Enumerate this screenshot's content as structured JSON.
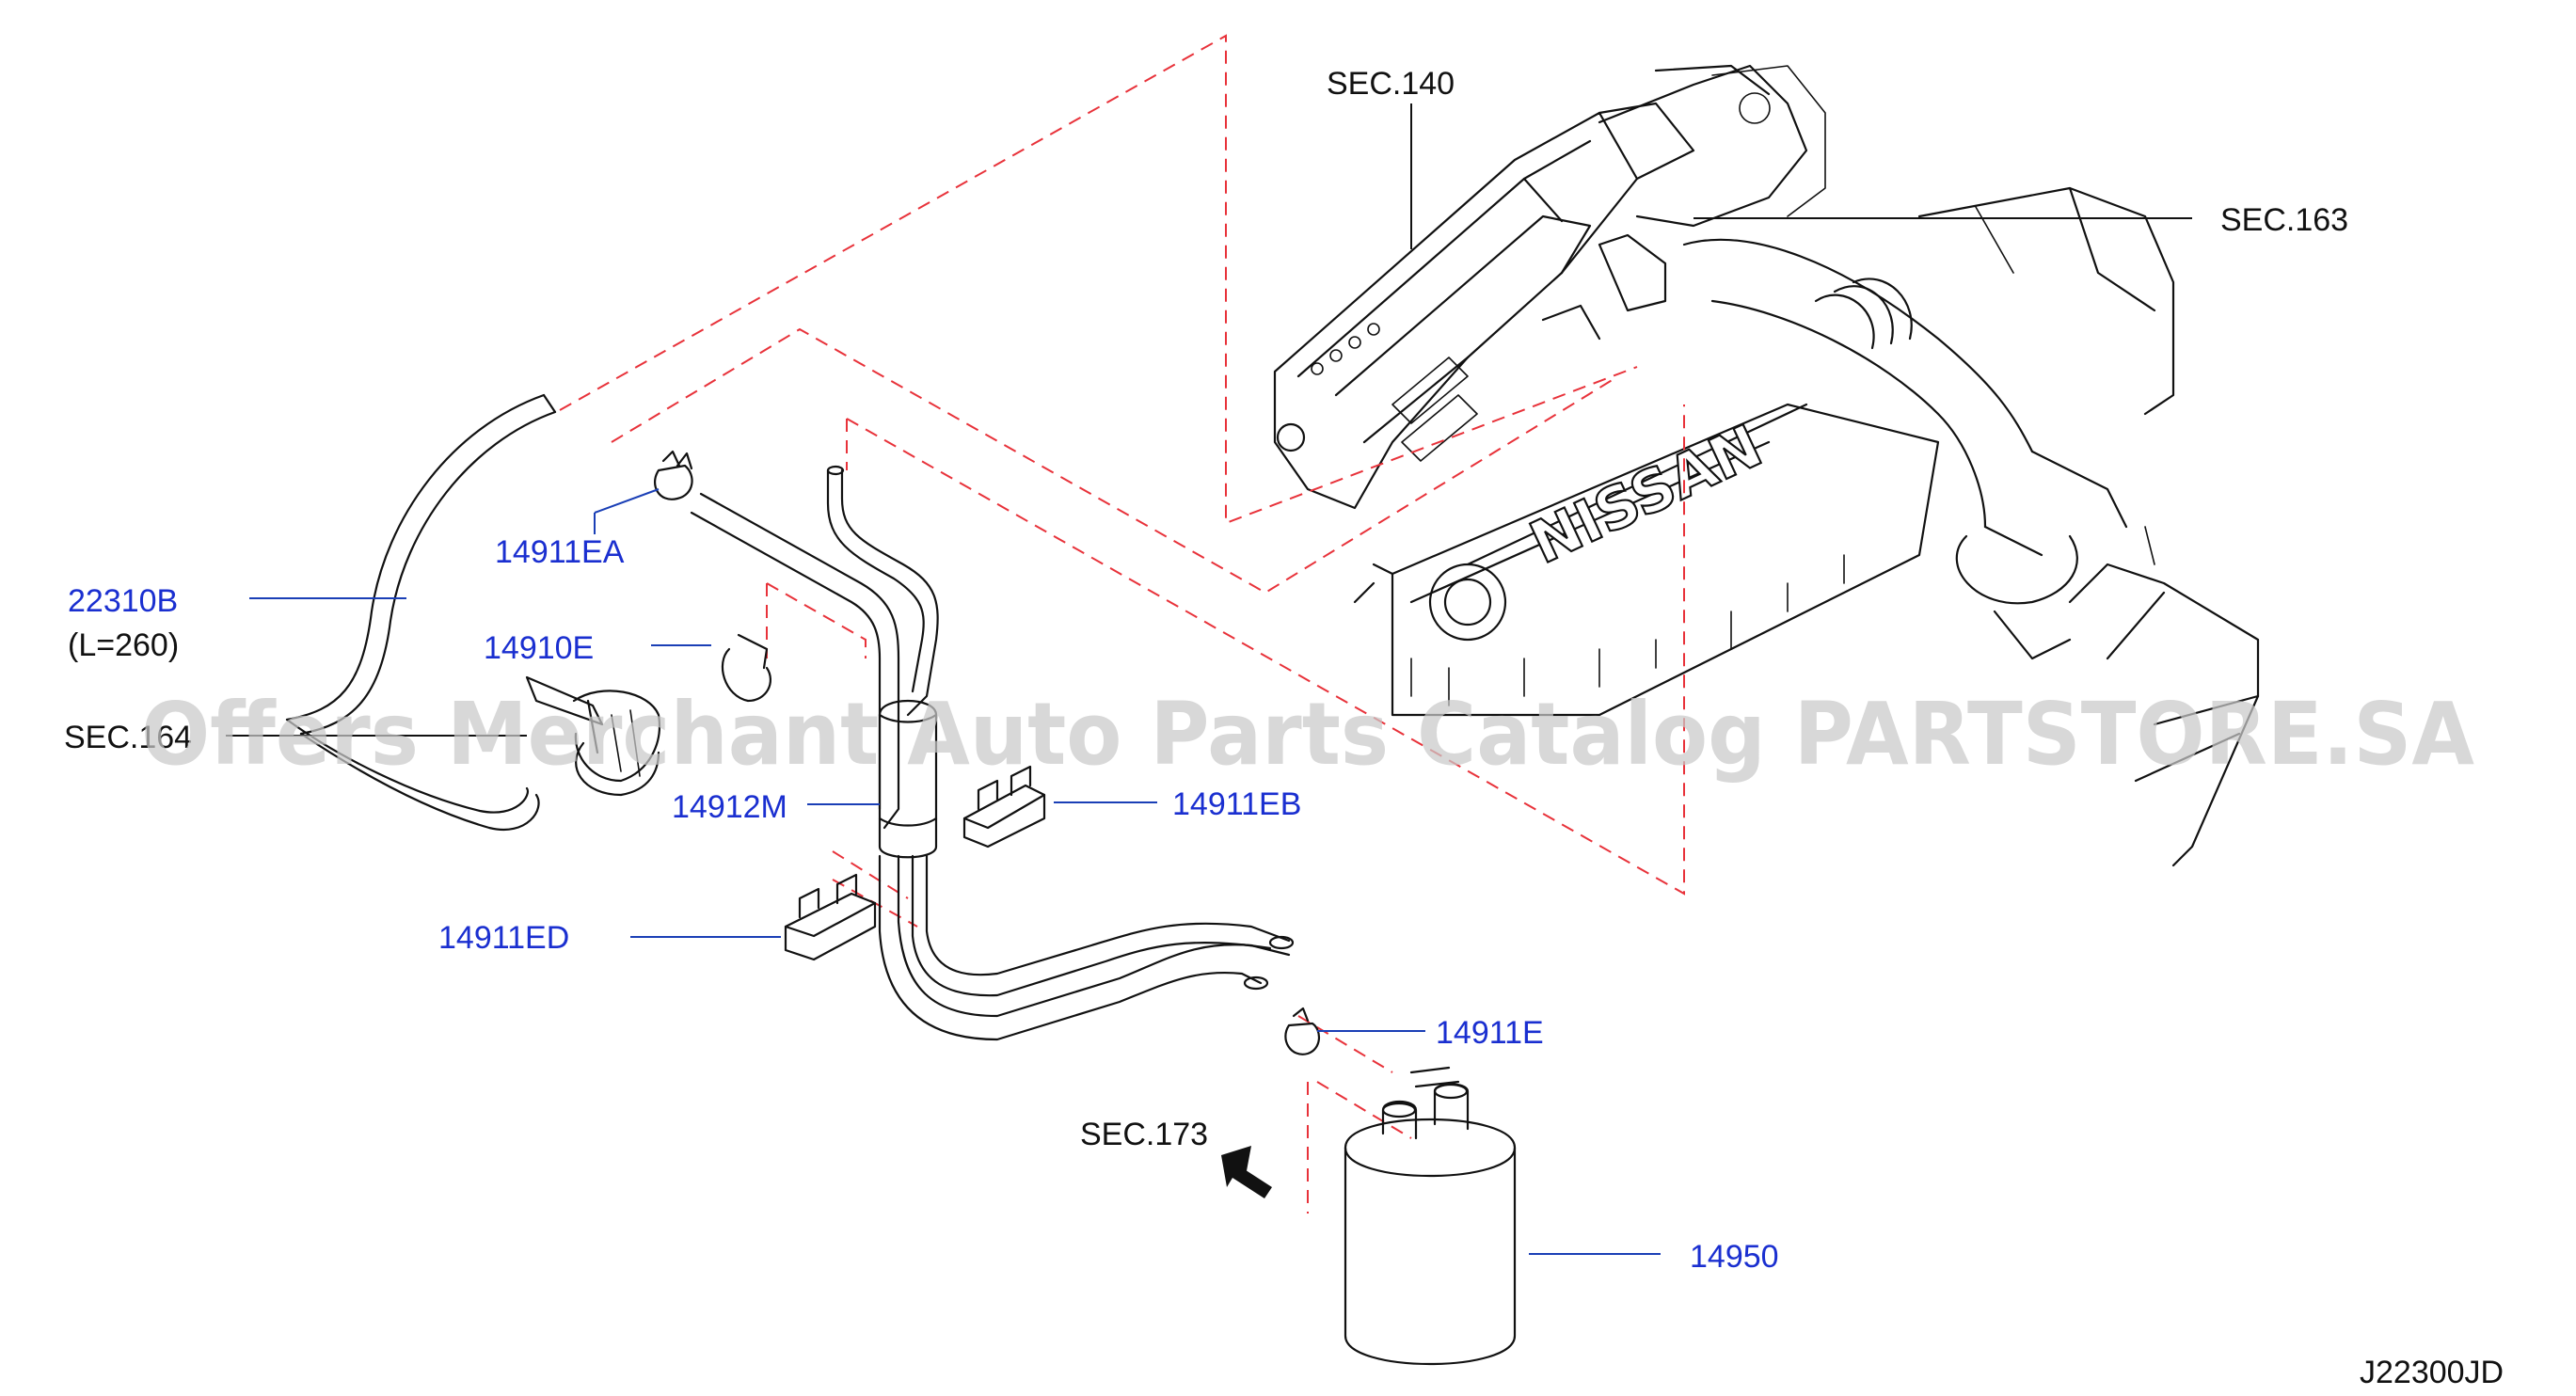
{
  "labels": {
    "sec140": "SEC.140",
    "sec163": "SEC.163",
    "sec164": "SEC.164",
    "sec173": "SEC.173",
    "p22310B": "22310B",
    "p22310B_len": "(L=260)",
    "p14911EA": "14911EA",
    "p14910E": "14910E",
    "p14912M": "14912M",
    "p14911EB": "14911EB",
    "p14911ED": "14911ED",
    "p14911E": "14911E",
    "p14950": "14950",
    "diagram_code": "J22300JD"
  },
  "engine_logo": "NISSAN",
  "watermark": "Offers Merchant Auto Parts Catalog PARTSTORE.SA",
  "colors": {
    "part_number": "#1a2fd0",
    "dashed_guides": "#e8323a",
    "linework": "#111111",
    "watermark": "#c9c9c9"
  }
}
